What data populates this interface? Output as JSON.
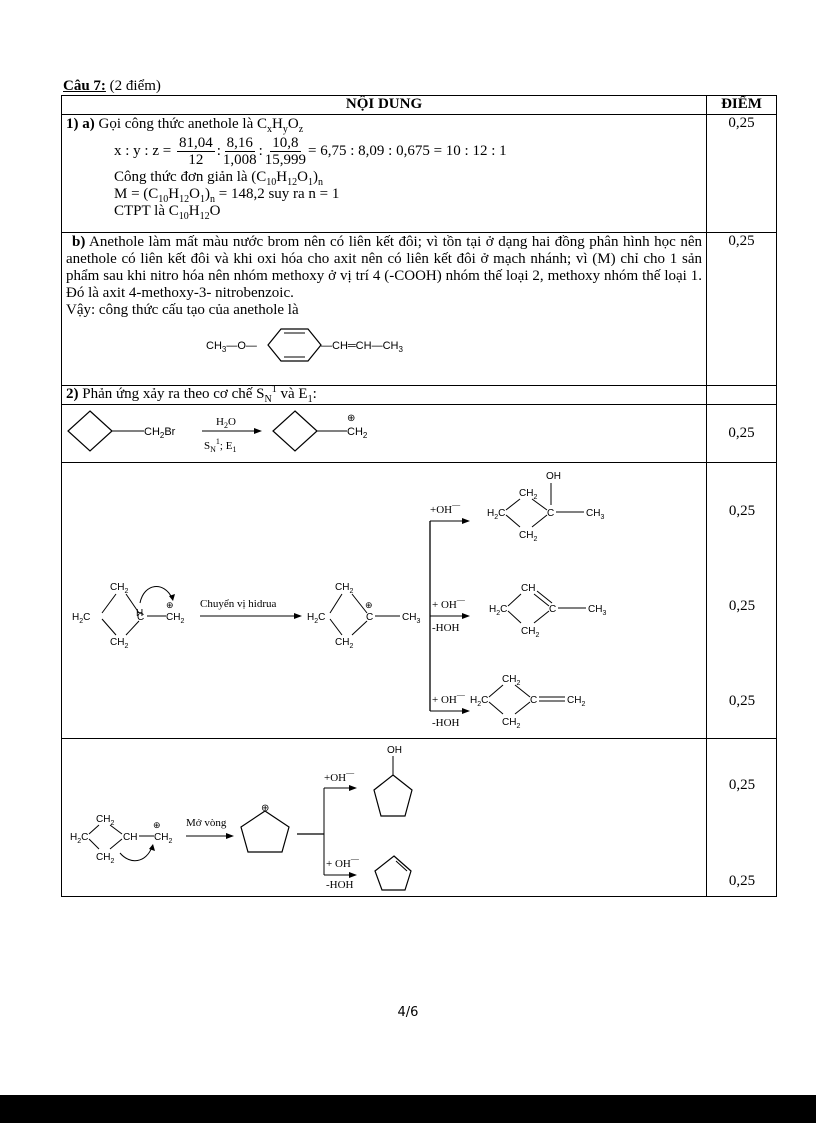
{
  "question": {
    "label": "Câu 7:",
    "points": " (2 điểm)"
  },
  "table": {
    "header": {
      "content": "NỘI DUNG",
      "score": "ĐIỂM"
    },
    "part1a": {
      "intro": "1) a) Gọi công thức anethole là C",
      "ratio_lhs": "x : y : z =",
      "fractions": [
        {
          "num": "81,04",
          "den": "12"
        },
        {
          "num": "8,16",
          "den": "1,008"
        },
        {
          "num": "10,8",
          "den": "15,999"
        }
      ],
      "ratio_rhs": "= 6,75 : 8,09 : 0,675 = 10 : 12 : 1",
      "simple_formula": "Công thức đơn giản là (C",
      "molar_mass": "M = (C",
      "molar_mass_tail": " = 148,2 suy ra n = 1",
      "molecular_formula": "CTPT là C",
      "score": "0,25"
    },
    "part1b": {
      "text": "Anethole làm mất màu nước brom nên có liên kết đôi; vì tồn tại ở dạng hai đồng phân hình học nên anethole có liên kết đôi và khi oxi hóa cho axit nên có liên kết đôi ở mạch nhánh; vì (M) chỉ cho 1 sản phẩm sau khi nitro hóa nên nhóm methoxy ở vị trí 4 (-COOH) nhóm thế loại 2, methoxy nhóm thế loại 1. Đó là axit 4-methoxy-3- nitrobenzoic.",
      "label": "b)",
      "conclusion": "Vậy: công thức cấu tạo của anethole là",
      "structure": {
        "left": "CH3–O–",
        "right": "–CH=CH–CH3"
      },
      "score": "0,25"
    },
    "part2": {
      "intro": "2) Phản ứng xảy ra theo cơ chế S",
      "score": ""
    },
    "reaction1": {
      "reactant": "CH2Br",
      "reagent_top": "H2O",
      "reagent_bottom": "SN1; E1",
      "product": "CH2+",
      "score": "0,25"
    },
    "reaction2": {
      "arrow_label": "Chuyển vị hidrua",
      "branches": [
        {
          "reagent": "+OH⁻",
          "product": "1-methylcyclobutanol",
          "score": "0,25"
        },
        {
          "reagent": "+ OH⁻ / -HOH",
          "product": "1-methylcyclobutene",
          "score": "0,25"
        },
        {
          "reagent": "+ OH⁻ / -HOH",
          "product": "methylenecyclobutane",
          "score": "0,25"
        }
      ]
    },
    "reaction3": {
      "arrow_label": "Mở vòng",
      "branches": [
        {
          "reagent": "+OH⁻",
          "product": "cyclopentanol",
          "score": "0,25"
        },
        {
          "reagent": "+ OH⁻ / -HOH",
          "product": "cyclopentene",
          "score": "0,25"
        }
      ]
    }
  },
  "footer": {
    "page": "4/6"
  }
}
